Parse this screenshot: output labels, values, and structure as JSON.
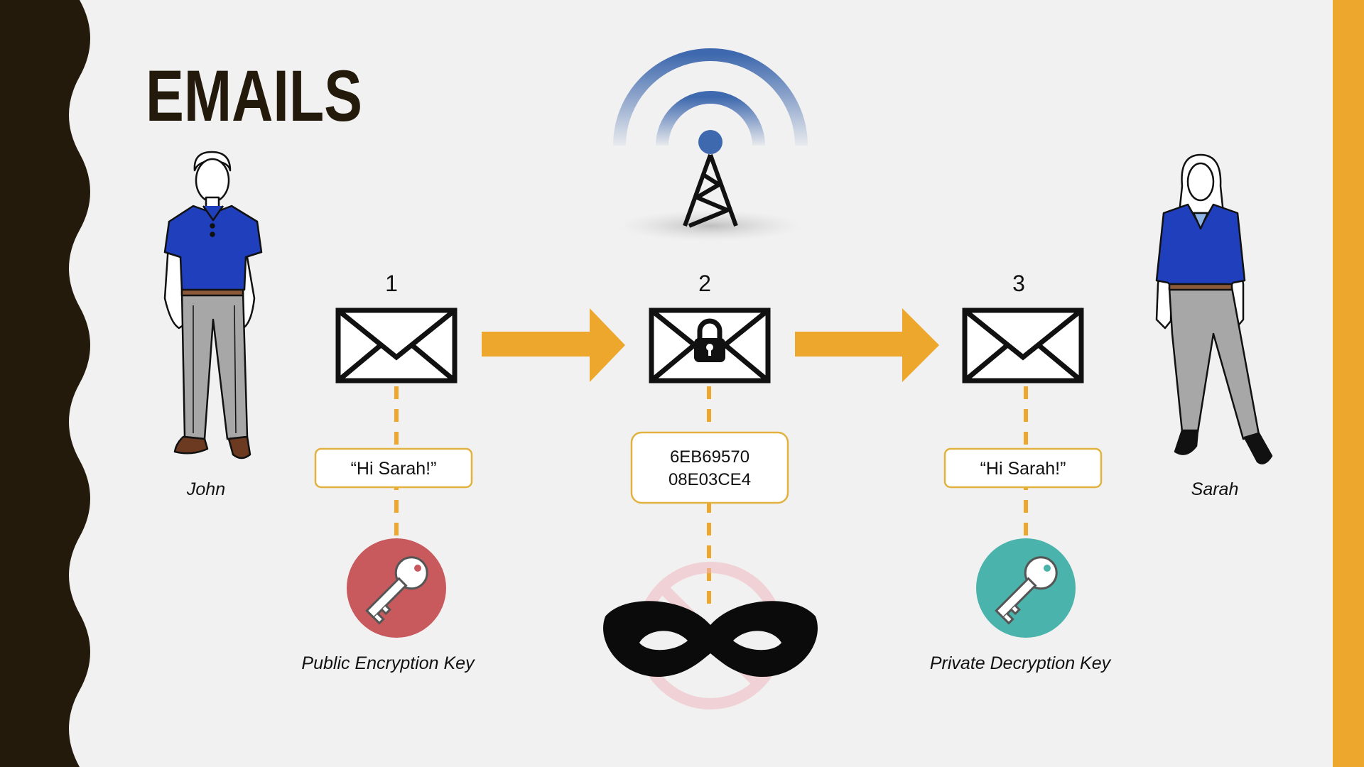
{
  "slide": {
    "title": "EMAILS",
    "colors": {
      "background": "#f1f1f1",
      "left_band": "#231a0c",
      "right_band": "#eca72c",
      "title": "#231a0c",
      "arrow": "#eca72c",
      "dashed_line": "#eca72c",
      "box_border": "#e2b13f",
      "shirt": "#1f3fbd",
      "pants": "#a7a7a7",
      "public_key_circle": "#c85a5e",
      "private_key_circle": "#4ab3ab",
      "tower_signal": "#3f69ae",
      "no_symbol": "#f0b9c0"
    },
    "people": {
      "sender": {
        "name": "John",
        "icon": "man-figure"
      },
      "recipient": {
        "name": "Sarah",
        "icon": "woman-figure"
      }
    },
    "tower": {
      "icon": "radio-tower-icon"
    },
    "steps": [
      {
        "number": "1",
        "icon": "envelope-icon",
        "message_lines": [
          "“Hi Sarah!”"
        ],
        "key_label": "Public Encryption Key",
        "key_icon": "key-icon"
      },
      {
        "number": "2",
        "icon": "locked-envelope-icon",
        "message_lines": [
          "6EB69570",
          "08E03CE4"
        ],
        "interceptor_icon": "mask-icon"
      },
      {
        "number": "3",
        "icon": "envelope-icon",
        "message_lines": [
          "“Hi Sarah!”"
        ],
        "key_label": "Private Decryption Key",
        "key_icon": "key-icon"
      }
    ]
  }
}
